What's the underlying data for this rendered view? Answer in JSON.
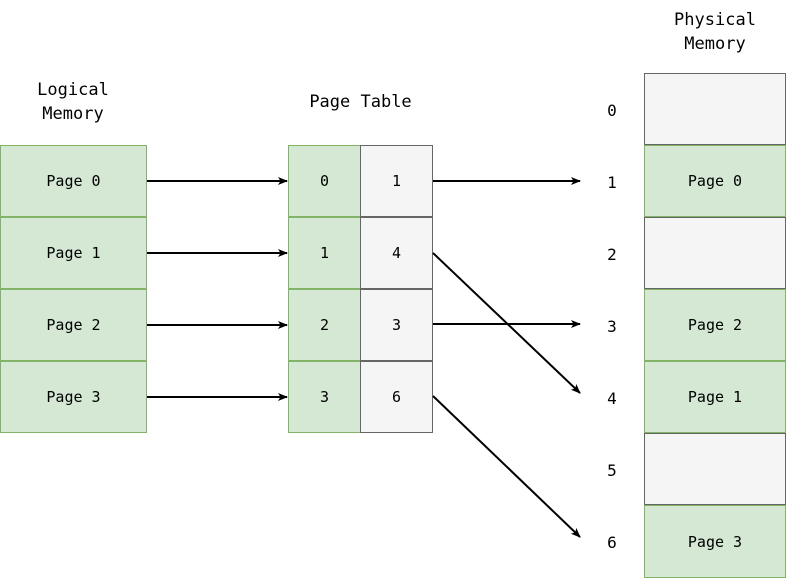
{
  "diagram": {
    "title_logical": "Logical\nMemory",
    "title_page_table": "Page Table",
    "title_physical": "Physical\nMemory",
    "colors": {
      "green_fill": "#d5e8d4",
      "green_stroke": "#82b366",
      "gray_fill": "#f5f5f5",
      "gray_stroke": "#666666",
      "arrow": "#000000",
      "text": "#000000"
    }
  },
  "logical_memory": {
    "label": "Logical Memory",
    "pages": [
      {
        "label": "Page 0"
      },
      {
        "label": "Page 1"
      },
      {
        "label": "Page 2"
      },
      {
        "label": "Page 3"
      }
    ]
  },
  "page_table": {
    "label": "Page Table",
    "rows": [
      {
        "page": "0",
        "frame": "1"
      },
      {
        "page": "1",
        "frame": "4"
      },
      {
        "page": "2",
        "frame": "3"
      },
      {
        "page": "3",
        "frame": "6"
      }
    ]
  },
  "physical_memory": {
    "label": "Physical Memory",
    "frames": [
      {
        "index": "0",
        "label": "",
        "occupied": false
      },
      {
        "index": "1",
        "label": "Page 0",
        "occupied": true
      },
      {
        "index": "2",
        "label": "",
        "occupied": false
      },
      {
        "index": "3",
        "label": "Page 2",
        "occupied": true
      },
      {
        "index": "4",
        "label": "Page 1",
        "occupied": true
      },
      {
        "index": "5",
        "label": "",
        "occupied": false
      },
      {
        "index": "6",
        "label": "Page 3",
        "occupied": true
      }
    ]
  },
  "mappings": [
    {
      "from_page": "0",
      "to_frame": "1"
    },
    {
      "from_page": "1",
      "to_frame": "4"
    },
    {
      "from_page": "2",
      "to_frame": "3"
    },
    {
      "from_page": "3",
      "to_frame": "6"
    }
  ]
}
